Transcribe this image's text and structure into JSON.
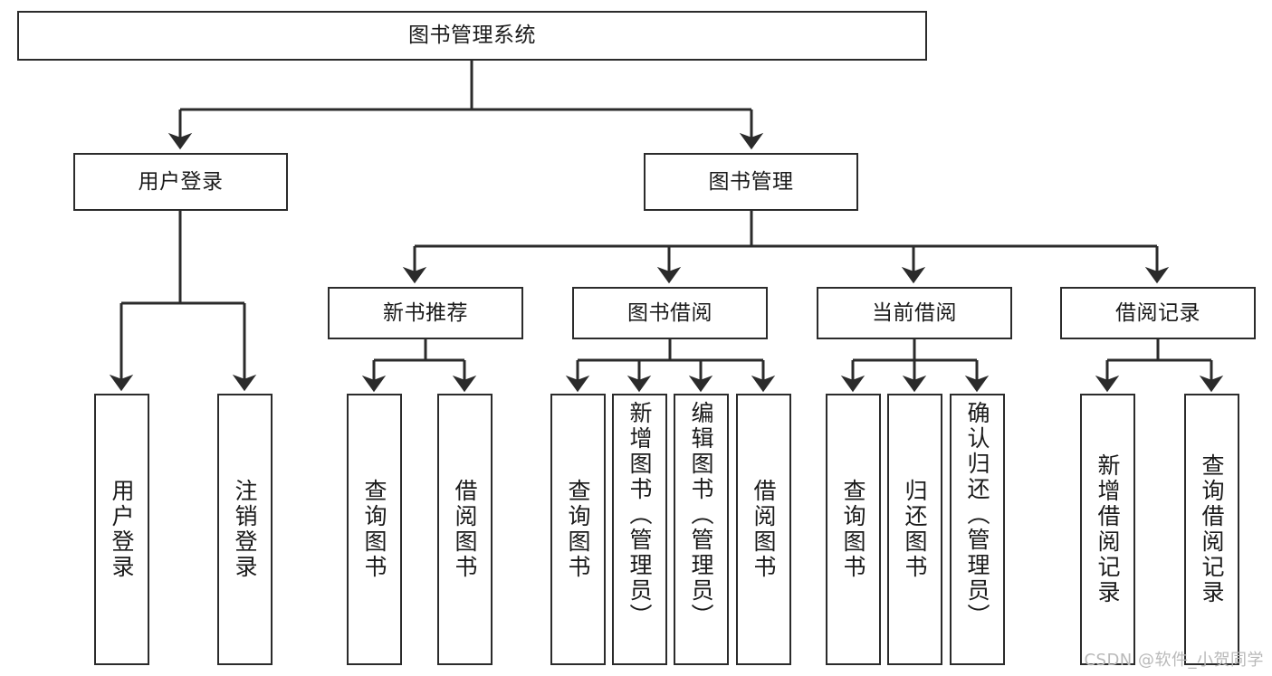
{
  "diagram": {
    "title": "图书管理系统",
    "type": "tree-hierarchy-diagram",
    "theme": {
      "background": "#ffffff",
      "node_border": "#2b2b2b",
      "node_fill": "#ffffff",
      "text": "#1a1a1a",
      "connector": "#2b2b2b",
      "watermark": "#b9b9b9"
    },
    "nodes": {
      "root": {
        "label": "图书管理系统"
      },
      "level2": [
        {
          "id": "user-login",
          "label": "用户登录"
        },
        {
          "id": "book-management",
          "label": "图书管理"
        }
      ],
      "level3": [
        {
          "id": "new-book-recommend",
          "label": "新书推荐"
        },
        {
          "id": "book-borrow",
          "label": "图书借阅"
        },
        {
          "id": "current-borrow",
          "label": "当前借阅"
        },
        {
          "id": "borrow-record",
          "label": "借阅记录"
        }
      ],
      "leaves": {
        "user-login": [
          {
            "id": "leaf-user-login",
            "label": "用户登录"
          },
          {
            "id": "leaf-logout-login",
            "label": "注销登录"
          }
        ],
        "new-book-recommend": [
          {
            "id": "leaf-query-book-1",
            "label": "查询图书"
          },
          {
            "id": "leaf-borrow-book-1",
            "label": "借阅图书"
          }
        ],
        "book-borrow": [
          {
            "id": "leaf-query-book-2",
            "label": "查询图书"
          },
          {
            "id": "leaf-add-book-admin",
            "label": "新增图书（管理员）"
          },
          {
            "id": "leaf-edit-book-admin",
            "label": "编辑图书（管理员）"
          },
          {
            "id": "leaf-borrow-book-2",
            "label": "借阅图书"
          }
        ],
        "current-borrow": [
          {
            "id": "leaf-query-book-3",
            "label": "查询图书"
          },
          {
            "id": "leaf-return-book",
            "label": "归还图书"
          },
          {
            "id": "leaf-confirm-return-admin",
            "label": "确认归还（管理员）"
          }
        ],
        "borrow-record": [
          {
            "id": "leaf-add-borrow-record",
            "label": "新增借阅记录"
          },
          {
            "id": "leaf-query-borrow-record",
            "label": "查询借阅记录"
          }
        ]
      }
    },
    "watermark": "CSDN @软件_小贺同学"
  }
}
